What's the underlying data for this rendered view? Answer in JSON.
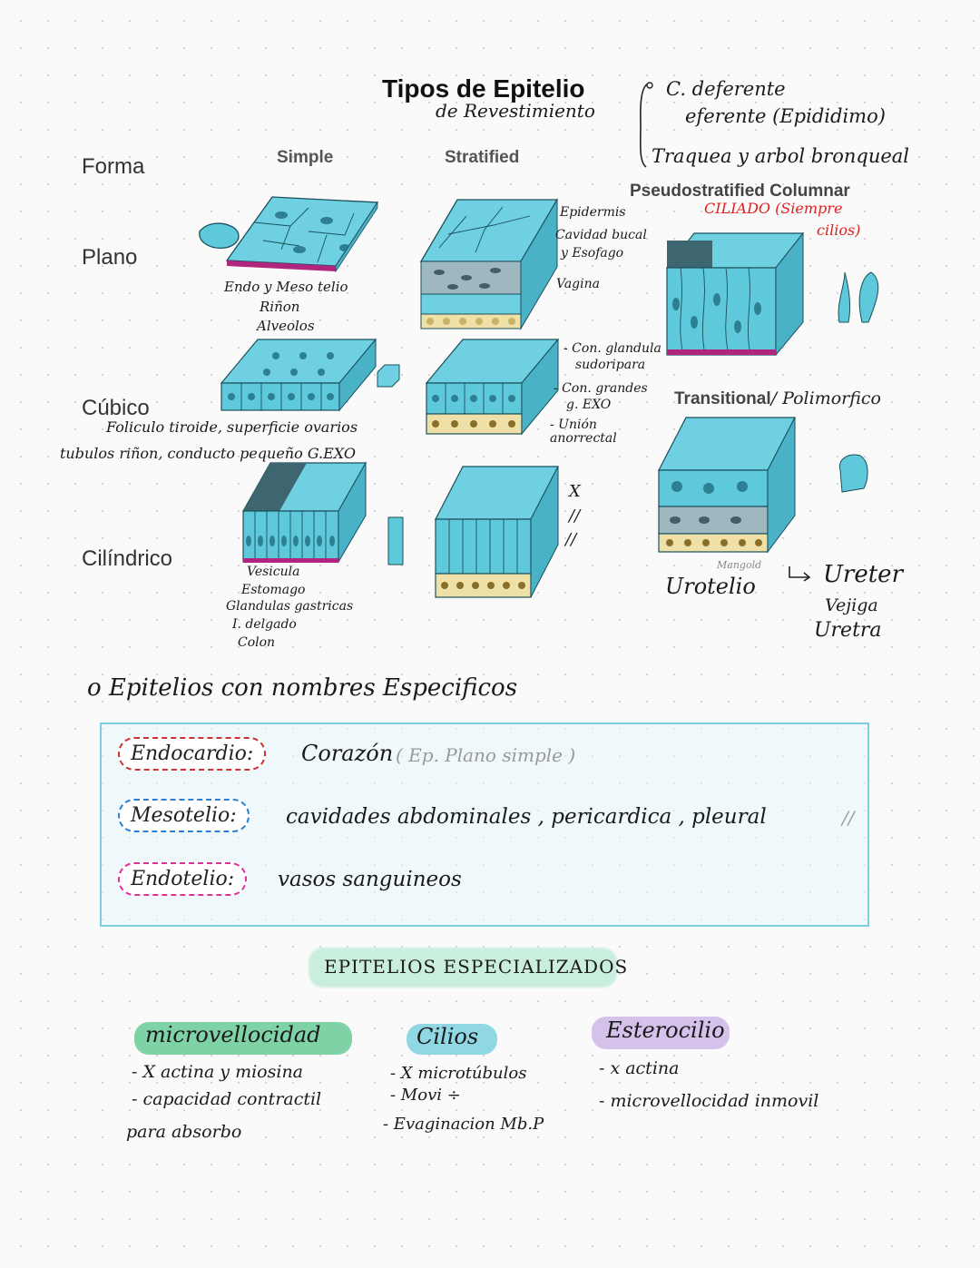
{
  "header": {
    "title": "Tipos de Epitelio",
    "subtitle": "de Revestimiento",
    "side_note_line1": "C. deferente",
    "side_note_line2": "eferente (Epididimo)",
    "side_note_line3": "Traquea y arbol bronqueal"
  },
  "columns": {
    "label_forma": "Forma",
    "simple": "Simple",
    "stratified": "Stratified"
  },
  "rows": {
    "plano": "Plano",
    "cubico": "Cúbico",
    "cilindrico": "Cilíndrico"
  },
  "pseudo": {
    "title": "Pseudostratified Columnar",
    "note_line1": "CILIADO (Siempre",
    "note_line2": "cilios)"
  },
  "transitional": {
    "title": "Transitional",
    "title_extra": "/ Polimorfico",
    "urotelio": "Urotelio",
    "ureter": "Ureter",
    "vejiga": "Vejiga",
    "uretra": "Uretra",
    "signature": "Mangold"
  },
  "notes": {
    "plano_simple": [
      "Endo y Meso telio",
      "Riñon",
      "Alveolos"
    ],
    "plano_strat": [
      "Epidermis",
      "Cavidad bucal",
      "y Esofago",
      "Vagina"
    ],
    "cubico_simple_line1": "Foliculo tiroide, superficie ovarios",
    "cubico_simple_line2": "tubulos riñon, conducto pequeño G.EXO",
    "cubico_strat": [
      "- Con. glandula",
      "sudoripara",
      "- Con. grandes",
      "g. EXO",
      "- Unión",
      "anorrectal"
    ],
    "cil_simple": [
      "Vesicula",
      "Estomago",
      "Glandulas gastricas",
      "I. delgado",
      "Colon"
    ],
    "cil_strat": [
      "X",
      "//",
      "//"
    ]
  },
  "specific": {
    "heading": "o Epitelios con nombres Especificos",
    "items": [
      {
        "tag": "Endocardio:",
        "text": "Corazón",
        "extra": "( Ep. Plano simple )",
        "color": "#d03030"
      },
      {
        "tag": "Mesotelio:",
        "text": "cavidades abdominales , pericardica , pleural",
        "extra": "//",
        "color": "#2a7fd4"
      },
      {
        "tag": "Endotelio:",
        "text": "vasos sanguineos",
        "extra": "",
        "color": "#e0309a"
      }
    ]
  },
  "specialized": {
    "heading": "EPITELIOS ESPECIALIZADOS",
    "cols": [
      {
        "title": "microvellocidad",
        "color": "#7fd1a6",
        "lines": [
          "- X actina y miosina",
          "- capacidad contractil",
          "para absorbo"
        ]
      },
      {
        "title": "Cilios",
        "color": "#8fd8e3",
        "lines": [
          "- X microtúbulos",
          "- Movi ÷",
          "- Evaginacion Mb.P"
        ]
      },
      {
        "title": "Esterocilio",
        "color": "#d4c2ea",
        "lines": [
          "- x actina",
          "- microvellocidad inmovil"
        ]
      }
    ]
  },
  "colors": {
    "cell": "#5fc9dc",
    "cell_dark": "#2d8fa6",
    "membrane": "#b0257e",
    "basal": "#efe0a8"
  }
}
